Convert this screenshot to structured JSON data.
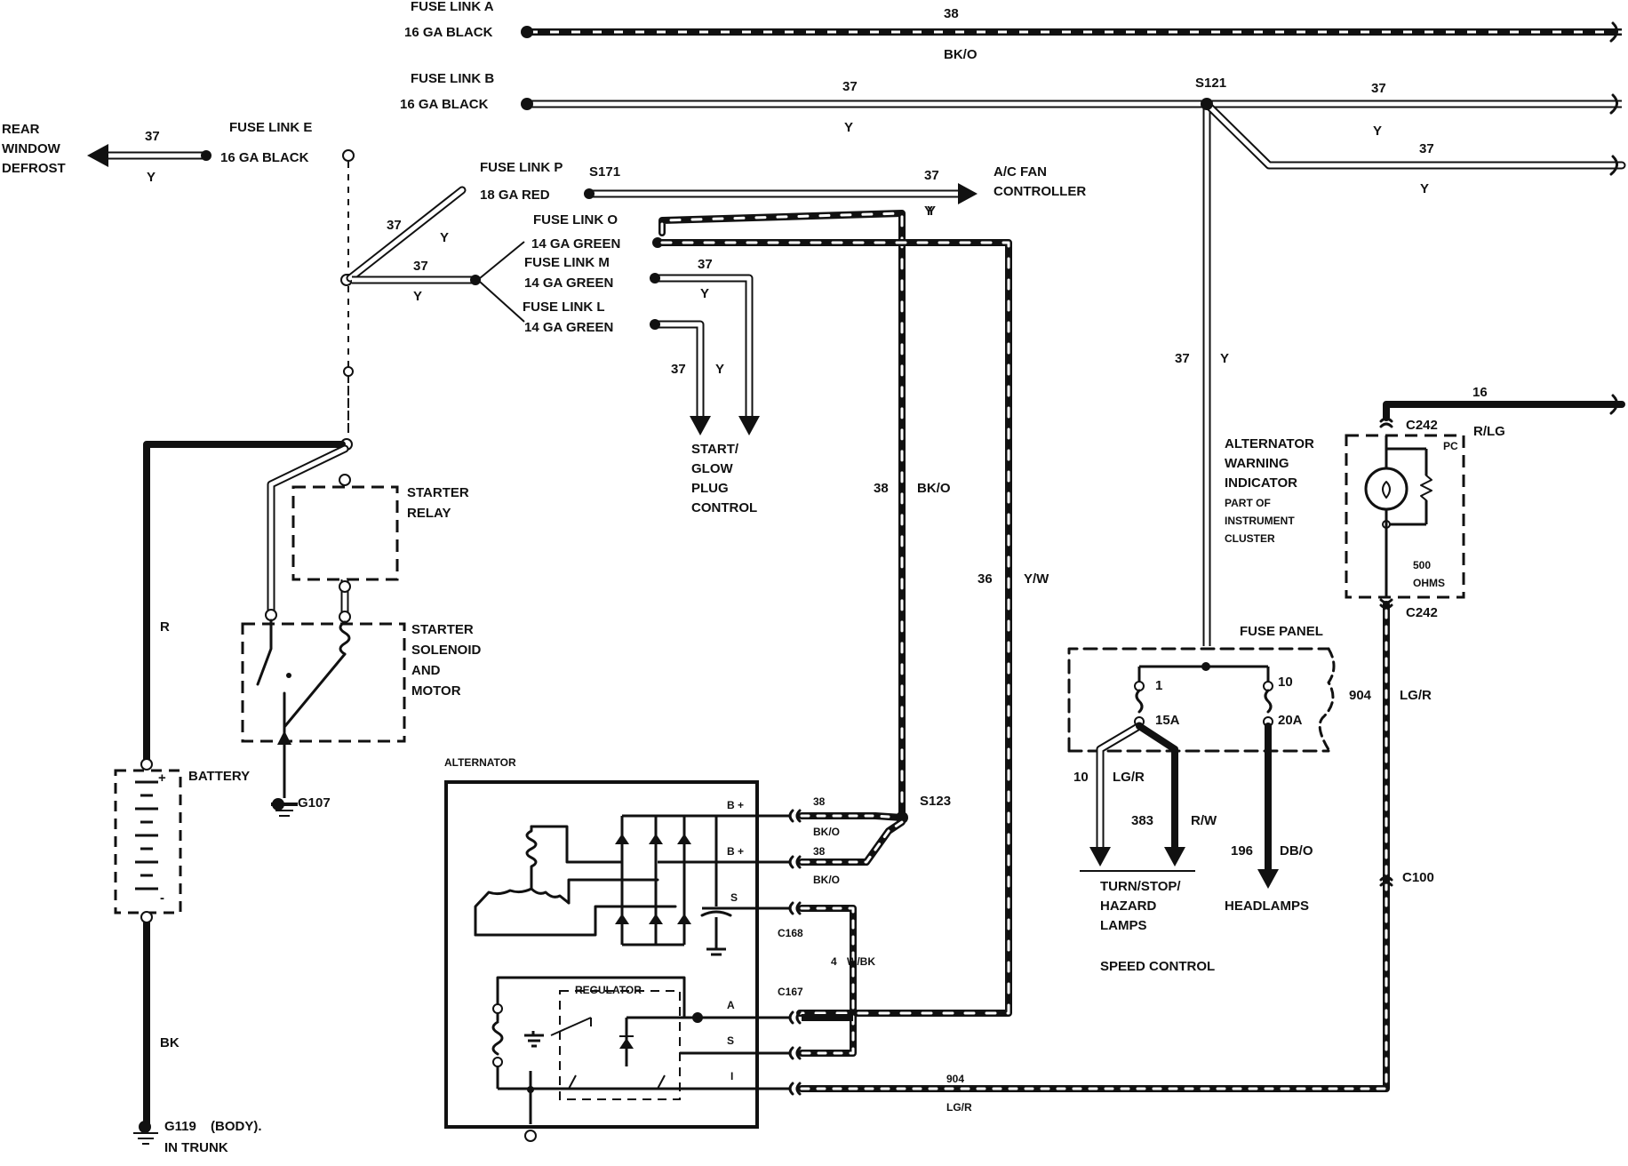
{
  "colors": {
    "ink": "#111111",
    "paper": "#ffffff"
  },
  "fuse_links": {
    "a": {
      "name": "FUSE LINK A",
      "gauge": "16 GA BLACK",
      "circuit": "38",
      "color_code": "BK/O"
    },
    "b": {
      "name": "FUSE LINK B",
      "gauge": "16 GA BLACK",
      "circuit": "37",
      "color_code": "Y"
    },
    "e": {
      "name": "FUSE LINK E",
      "gauge": "16 GA BLACK",
      "circuit": "37",
      "color_code": "Y"
    },
    "p": {
      "name": "FUSE LINK P",
      "gauge": "18 GA RED",
      "circuit": "37",
      "color_code": "Y"
    },
    "o": {
      "name": "FUSE LINK O",
      "gauge": "14 GA GREEN"
    },
    "m": {
      "name": "FUSE LINK M",
      "gauge": "14 GA GREEN",
      "circuit": "37",
      "color_code": "Y"
    },
    "l": {
      "name": "FUSE LINK L",
      "gauge": "14 GA GREEN",
      "circuit": "37",
      "color_code": "Y"
    }
  },
  "splices": {
    "s121": "S121",
    "s171": "S171",
    "s123": "S123"
  },
  "connectors": {
    "c242": "C242",
    "c100": "C100",
    "c168": "C168",
    "c167": "C167"
  },
  "grounds": {
    "g107": "G107",
    "g119": "G119",
    "g119_note": "(BODY).",
    "g119_loc": "IN TRUNK"
  },
  "rear_defrost": [
    "REAR",
    "WINDOW",
    "DEFROST"
  ],
  "ac_fan": [
    "A/C FAN",
    "CONTROLLER"
  ],
  "start_glow": [
    "START/",
    "GLOW",
    "PLUG",
    "CONTROL"
  ],
  "starter_relay": [
    "STARTER",
    "RELAY"
  ],
  "starter_solenoid": [
    "STARTER",
    "SOLENOID",
    "AND",
    "MOTOR"
  ],
  "battery": {
    "label": "BATTERY",
    "plus": "+",
    "minus": "-"
  },
  "wire_r": "R",
  "wire_bk": "BK",
  "wire_labels": {
    "n37": "37",
    "y": "Y",
    "n38": "38",
    "bko": "BK/O",
    "n36": "36",
    "yw": "Y/W",
    "n16": "16",
    "rlg": "R/LG",
    "n904": "904",
    "lgr": "LG/R",
    "n4": "4",
    "wbk": "W/BK",
    "n10": "10",
    "n383": "383",
    "rw": "R/W",
    "n196": "196",
    "dbo": "DB/O",
    "lgr_s": "LG/R"
  },
  "alternator": {
    "title": "ALTERNATOR",
    "regulator": "REGULATOR",
    "terminals": {
      "b1": "B +",
      "b2": "B +",
      "s": "S",
      "a": "A",
      "s2": "S",
      "i": "I"
    }
  },
  "warning_indicator": {
    "title": [
      "ALTERNATOR",
      "WARNING",
      "INDICATOR"
    ],
    "note": [
      "PART OF",
      "INSTRUMENT",
      "CLUSTER"
    ],
    "pc": "PC",
    "ohms": [
      "500",
      "OHMS"
    ]
  },
  "fuse_panel": {
    "title": "FUSE PANEL",
    "f1": "1",
    "f1_amp": "15A",
    "f10": "10",
    "f10_amp": "20A"
  },
  "outputs": {
    "turn": [
      "TURN/STOP/",
      "HAZARD",
      "LAMPS"
    ],
    "headlamps": "HEADLAMPS",
    "speed": "SPEED CONTROL"
  }
}
